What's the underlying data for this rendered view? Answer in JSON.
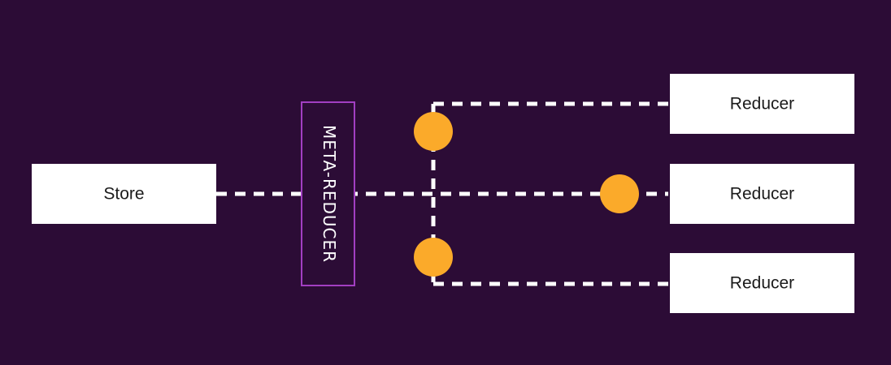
{
  "diagram": {
    "store": {
      "label": "Store"
    },
    "meta_reducer": {
      "label": "META-REDUCER"
    },
    "reducers": [
      {
        "label": "Reducer"
      },
      {
        "label": "Reducer"
      },
      {
        "label": "Reducer"
      }
    ],
    "colors": {
      "background": "#2c0c36",
      "box_fill": "#ffffff",
      "meta_border": "#a23fc2",
      "connector": "#ffffff",
      "dot": "#fbaa2a"
    }
  }
}
